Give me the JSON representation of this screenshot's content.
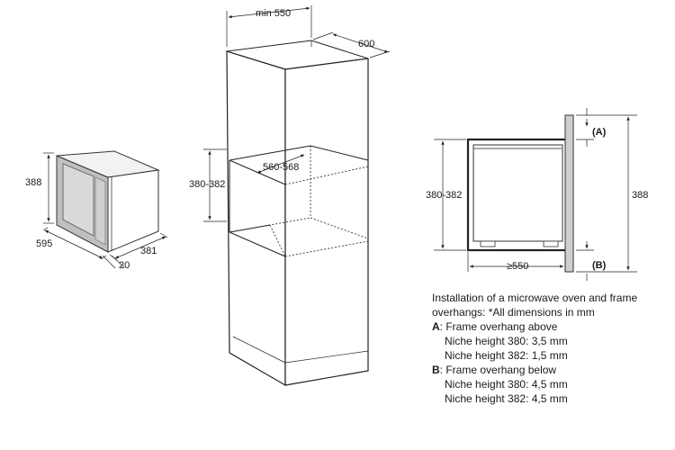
{
  "microwave": {
    "height_label": "388",
    "width_label": "595",
    "depth_label": "381",
    "frame_label": "20"
  },
  "cabinet": {
    "min_width_label": "min 550",
    "depth_label": "600",
    "niche_width_label": "560-568",
    "niche_height_label": "380-382"
  },
  "section": {
    "niche_height_label": "380-382",
    "total_height_label": "388",
    "depth_label": "≥550",
    "marker_a": "(A)",
    "marker_b": "(B)"
  },
  "notes": {
    "intro": "Installation of a microwave oven and frame overhangs: *All dimensions in mm",
    "a_key": "A",
    "a_title": ": Frame overhang above",
    "a_line1": "Niche height 380: 3,5 mm",
    "a_line2": "Niche height 382: 1,5 mm",
    "b_key": "B",
    "b_title": ": Frame overhang below",
    "b_line1": "Niche height 380: 4,5 mm",
    "b_line2": "Niche height 382: 4,5 mm"
  }
}
